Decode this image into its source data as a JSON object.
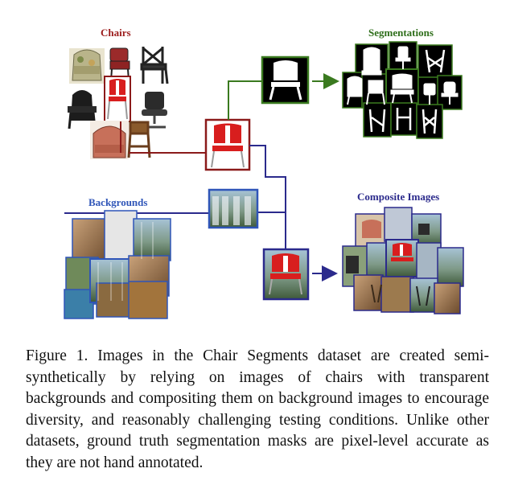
{
  "figure": {
    "labels": {
      "chairs": "Chairs",
      "segmentations": "Segmentations",
      "backgrounds": "Backgrounds",
      "composites": "Composite Images"
    },
    "colors": {
      "chair_path": "#8b1a1a",
      "segmentation_path": "#3a7a1f",
      "background_path": "#2b2a8c",
      "background_label": "#2f55b8",
      "composite_label": "#2b2a8c"
    }
  },
  "caption": "Figure 1. Images in the Chair Segments dataset are created semi-synthetically by relying on images of chairs with transparent backgrounds and compositing them on background images to encourage diversity, and reasonably challenging testing conditions. Unlike other datasets, ground truth segmentation masks are pixel-level accurate as they are not hand annotated."
}
